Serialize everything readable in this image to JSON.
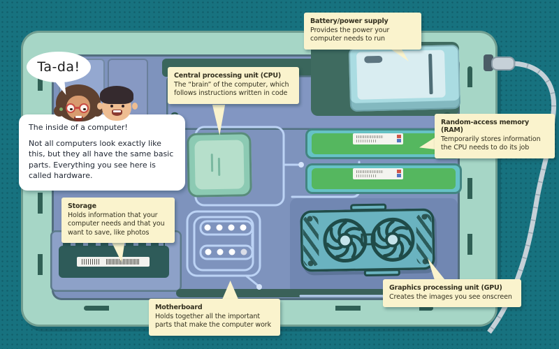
{
  "speech_bubble": {
    "text": "Ta-da!"
  },
  "info_box": {
    "intro": "The inside of a computer!",
    "body": "Not all computers look exactly like this, but they all have the same basic parts. Everything you see here is called hardware."
  },
  "callouts": {
    "battery": {
      "title": "Battery/power supply",
      "body": "Provides the power your computer needs to run"
    },
    "cpu": {
      "title": "Central processing unit (CPU)",
      "body": "The “brain” of the computer, which follows instructions written in code"
    },
    "ram": {
      "title": "Random-access memory (RAM)",
      "body": "Temporarily stores information the CPU needs to do its job"
    },
    "storage": {
      "title": "Storage",
      "body": "Holds information that your computer needs and that you want to save, like photos"
    },
    "motherboard": {
      "title": "Motherboard",
      "body": "Holds together all the important parts that make the computer work"
    },
    "gpu": {
      "title": "Graphics processing unit (GPU)",
      "body": "Creates the images you see onscreen"
    }
  },
  "colors": {
    "background_teal": "#17727f",
    "case_mint": "#a6d6c6",
    "interior_blue": "#7e93bd",
    "dark_teal_accent": "#2e5b54",
    "callout_yellow": "#faf3cd",
    "ram_green": "#55b75f",
    "gpu_teal": "#6ab3c0",
    "battery_cyan": "#aadce2",
    "circuit_trace_blue": "#bcd3f5"
  }
}
